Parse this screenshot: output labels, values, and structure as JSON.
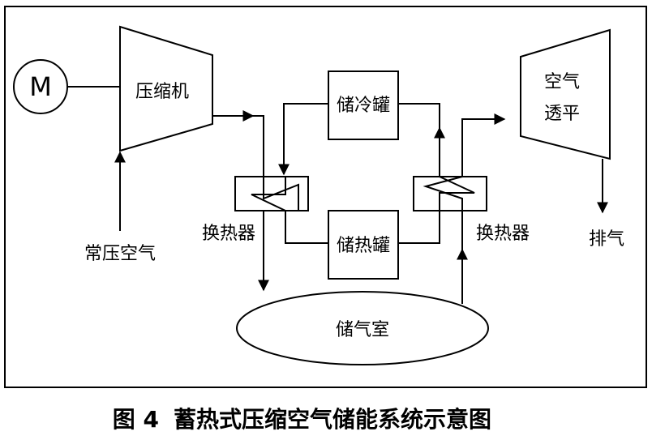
{
  "motor": {
    "label": "M"
  },
  "compressor": {
    "label": "压缩机"
  },
  "turbine": {
    "label_line1": "空气",
    "label_line2": "透平"
  },
  "cold_tank": {
    "label": "储冷罐"
  },
  "heat_tank": {
    "label": "储热罐"
  },
  "heat_exchanger_left": {
    "label": "换热器"
  },
  "heat_exchanger_right": {
    "label": "换热器"
  },
  "inlet": {
    "label": "常压空气"
  },
  "exhaust": {
    "label": "排气"
  },
  "storage": {
    "label": "储气室"
  },
  "caption": {
    "figure_no": "图 4",
    "title": "蓄热式压缩空气储能系统示意图"
  }
}
